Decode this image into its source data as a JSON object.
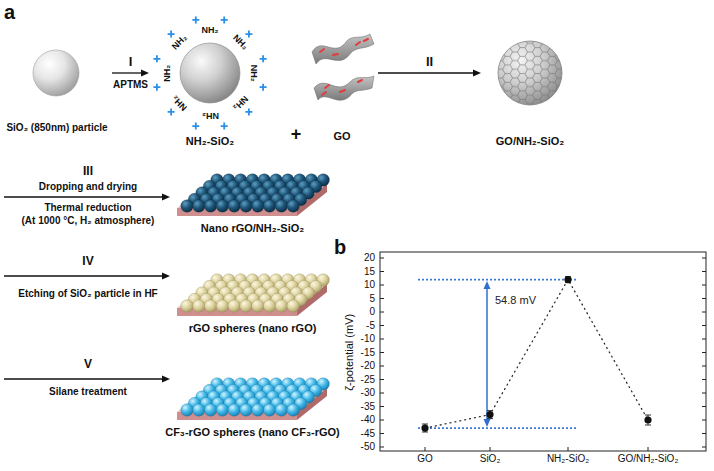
{
  "diagram": {
    "nodes": [
      {
        "text": [
          "SiO₂ (850nm) particle"
        ]
      },
      {
        "text": [
          "NH₂-SiO₂"
        ]
      },
      {
        "text": [
          "GO"
        ]
      },
      {
        "text": [
          "GO/NH₂-SiO₂"
        ]
      },
      {
        "text": [
          "Nano rGO/NH₂-SiO₂"
        ]
      },
      {
        "text": [
          "rGO spheres (nano rGO)"
        ]
      },
      {
        "text": [
          "CF₃-rGO spheres (nano CF₃-rGO)"
        ]
      }
    ],
    "edges": [
      {
        "from": 0,
        "to": 1,
        "arrow": "to",
        "label": "I"
      },
      {
        "from": 2,
        "to": 3,
        "arrow": "to",
        "label": "II"
      }
    ],
    "labels": [
      "a",
      "APTMS",
      "NH₂",
      "NH₂",
      "NH₂",
      "NH₂",
      "NH₂",
      "NH₂",
      "NH₂",
      "NH₂",
      "+",
      "III",
      "Dropping and drying",
      "Thermal reduction",
      "(At 1000 °C, H₂ atmosphere)",
      "IV",
      "Etching of SiO₂ particle in HF",
      "V",
      "Silane treatment",
      "b",
      "ζ-potential (mV)",
      "20",
      "15",
      "10",
      "5",
      "0",
      "-5",
      "-10",
      "-15",
      "-20",
      "-25",
      "-30",
      "-35",
      "-40",
      "-45",
      "-50",
      "GO",
      "SiO₂",
      "NH₂-SiO₂",
      "GO/NH₂-SiO₂",
      "54.8 mV"
    ]
  }
}
